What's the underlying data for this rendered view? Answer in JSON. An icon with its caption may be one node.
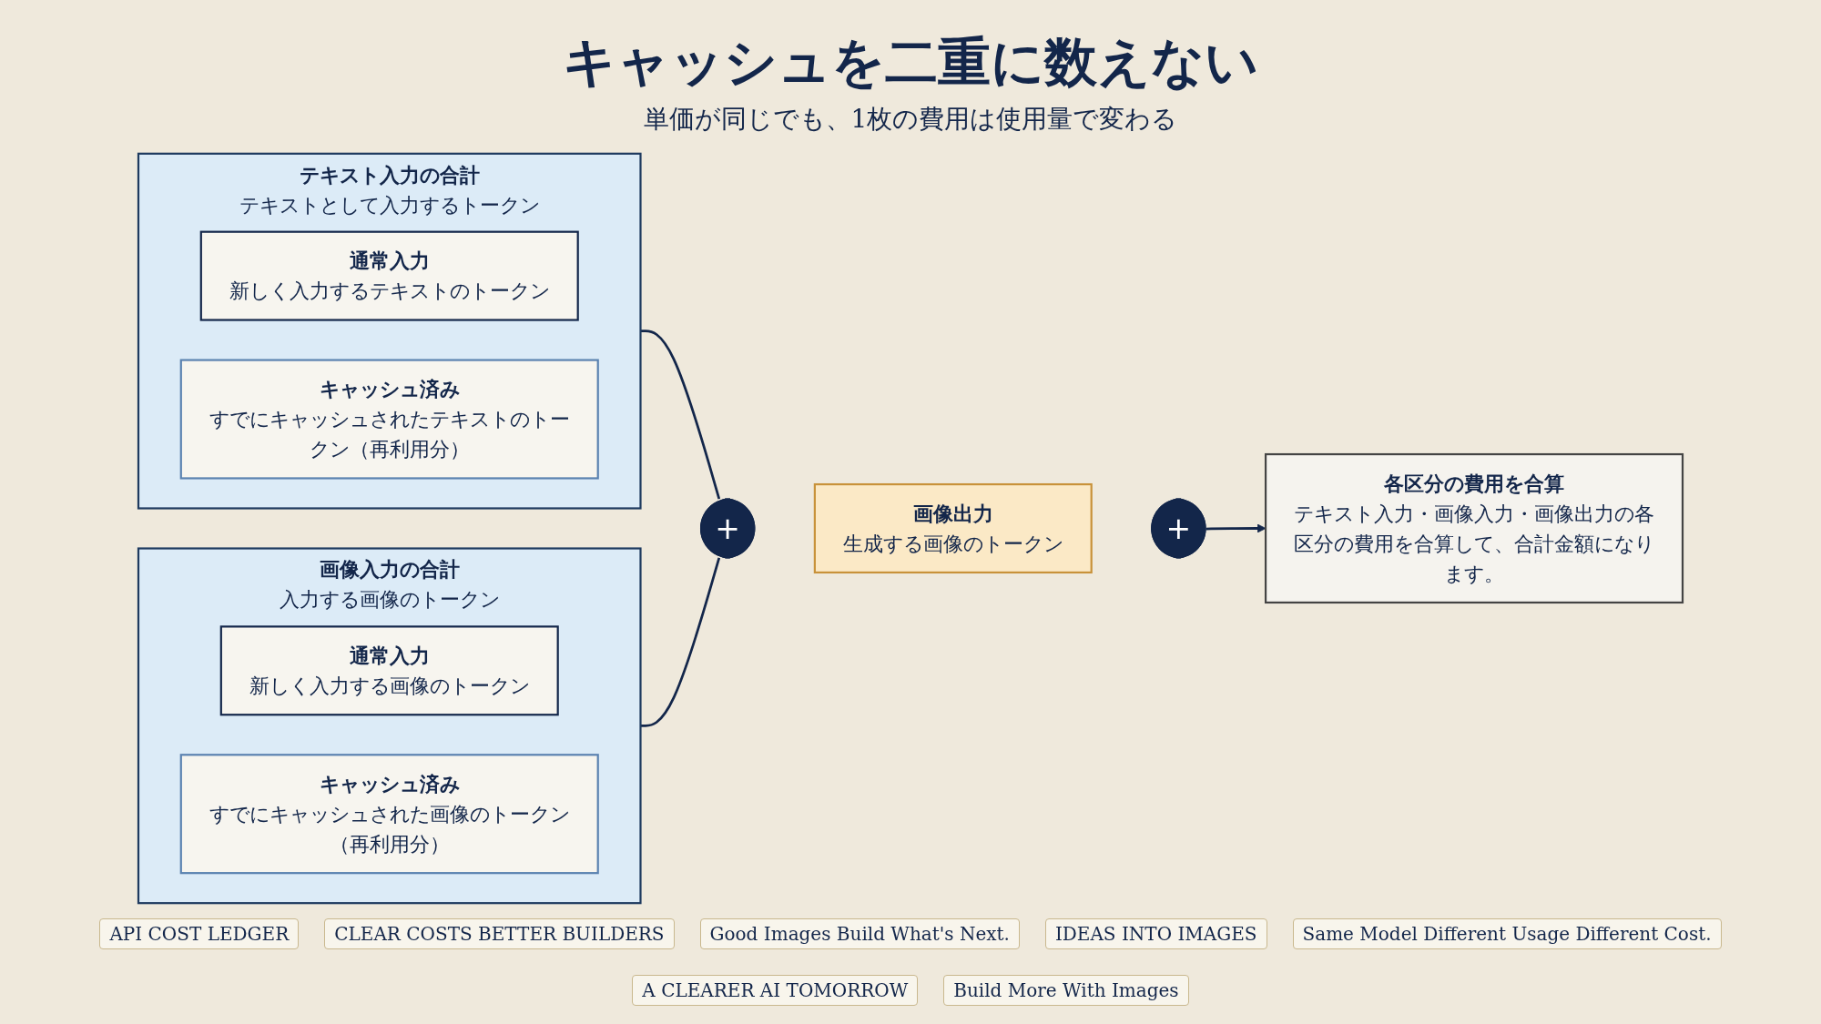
{
  "diagram": {
    "title": "キャッシュを二重に数えない",
    "caption": "単価が同じでも、1枚の費用は使用量で変わる",
    "nodes": [
      {
        "text": [
          "テキスト入力の合計",
          "テキストとして入力するトークン"
        ]
      },
      {
        "text": [
          "通常入力",
          "新しく入力するテキストのトークン"
        ],
        "in": 0
      },
      {
        "text": [
          "キャッシュ済み",
          "すでにキャッシュされたテキストのトークン（再利用分）"
        ],
        "in": 0
      },
      {
        "text": [
          "画像入力の合計",
          "入力する画像のトークン"
        ]
      },
      {
        "text": [
          "通常入力",
          "新しく入力する画像のトークン"
        ],
        "in": 3
      },
      {
        "text": [
          "キャッシュ済み",
          "すでにキャッシュされた画像のトークン（再利用分）"
        ],
        "in": 3
      },
      {
        "text": [
          "+"
        ]
      },
      {
        "text": [
          "画像出力",
          "生成する画像のトークン"
        ]
      },
      {
        "text": [
          "+"
        ]
      },
      {
        "text": [
          "各区分の費用を合算",
          "テキスト入力・画像入力・画像出力の各区分の費用を合算して、合計金額になります。"
        ]
      }
    ],
    "edges": [
      {
        "from": 0,
        "to": 6,
        "arrow": "none"
      },
      {
        "from": 3,
        "to": 6,
        "arrow": "none"
      },
      {
        "from": 8,
        "to": 9,
        "arrow": "to"
      }
    ],
    "labels": [
      "API COST LEDGER",
      "CLEAR COSTS BETTER BUILDERS",
      "Good Images Build What's Next.",
      "IDEAS INTO IMAGES",
      "Same Model Different Usage Different Cost.",
      "A CLEARER AI TOMORROW",
      "Build More With Images"
    ]
  }
}
